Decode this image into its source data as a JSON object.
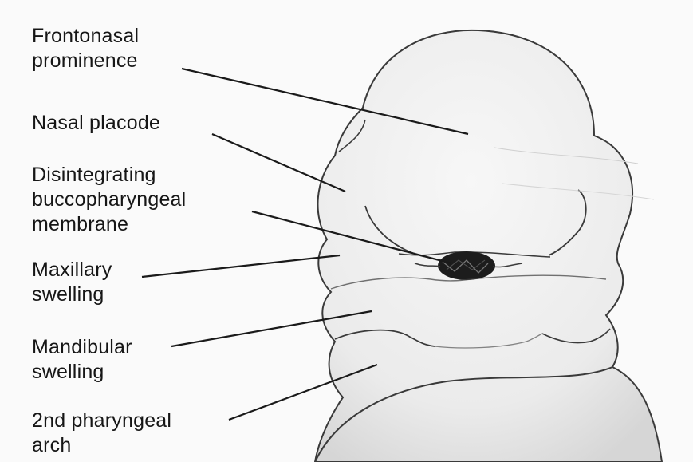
{
  "labels": [
    {
      "id": "frontonasal",
      "lines": [
        "Frontonasal",
        "prominence"
      ]
    },
    {
      "id": "nasal-placode",
      "lines": [
        "Nasal placode"
      ]
    },
    {
      "id": "buccopharyngeal",
      "lines": [
        "Disintegrating",
        "buccopharyngeal",
        "membrane"
      ]
    },
    {
      "id": "maxillary",
      "lines": [
        "Maxillary",
        "swelling"
      ]
    },
    {
      "id": "mandibular",
      "lines": [
        "Mandibular",
        "swelling"
      ]
    },
    {
      "id": "pharyngeal-arch",
      "lines": [
        "2nd pharyngeal",
        "arch"
      ]
    }
  ],
  "colors": {
    "outline": "#3a3a3a",
    "fill": "#efefef",
    "shade": "#d9d9d9",
    "membrane": "#1c1c1c",
    "text": "#161616"
  }
}
